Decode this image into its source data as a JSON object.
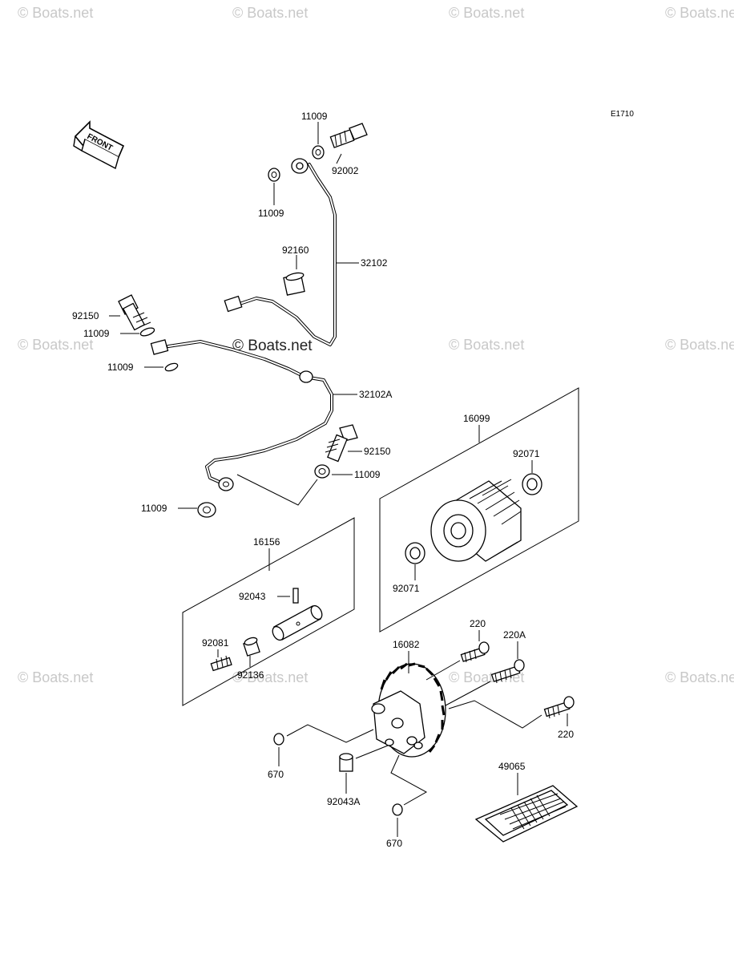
{
  "watermarks": {
    "text": "© Boats.net",
    "center": "© Boats.net"
  },
  "diagram_code": "E1710",
  "front_label": "FRONT",
  "parts": {
    "p11009_top": "11009",
    "p92002": "92002",
    "p11009_left": "11009",
    "p92160": "92160",
    "p32102": "32102",
    "p92150_a": "92150",
    "p11009_b": "11009",
    "p11009_c": "11009",
    "p32102A": "32102A",
    "p92150_b": "92150",
    "p11009_d": "11009",
    "p11009_e": "11009",
    "p16099": "16099",
    "p92071_a": "92071",
    "p92071_b": "92071",
    "p16156": "16156",
    "p92043": "92043",
    "p92081": "92081",
    "p92136": "92136",
    "p220_a": "220",
    "p220A": "220A",
    "p16082": "16082",
    "p220_b": "220",
    "p670_a": "670",
    "p92043A": "92043A",
    "p49065": "49065",
    "p670_b": "670"
  }
}
